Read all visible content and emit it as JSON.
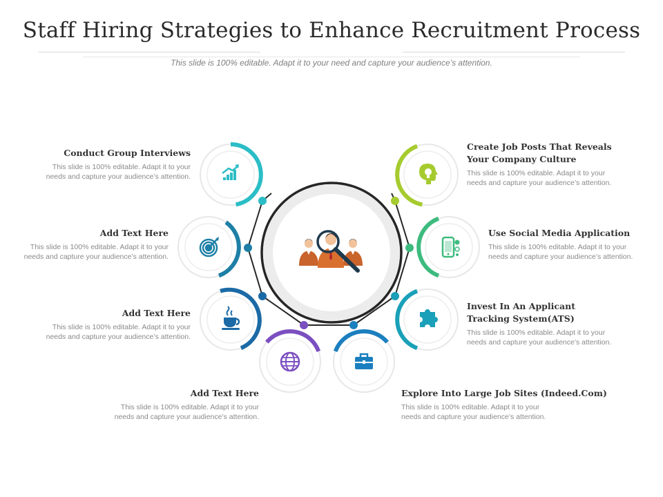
{
  "title": "Staff Hiring Strategies to Enhance Recruitment Process",
  "subtitle": "This slide is 100% editable. Adapt it to your need and capture your audience’s attention.",
  "center": {
    "icon": "recruitment-search-icon"
  },
  "items": [
    {
      "id": "conduct",
      "title": "Conduct Group Interviews",
      "desc_line1": "This slide is 100% editable. Adapt it to your",
      "desc_line2": "needs and capture your audience’s attention.",
      "color": "#2bbdc6",
      "icon": "growth-chart-icon"
    },
    {
      "id": "target",
      "title": "Add Text Here",
      "desc_line1": "This slide is 100% editable. Adapt it to your",
      "desc_line2": "needs and capture your audience’s attention.",
      "color": "#1d7fa6",
      "icon": "target-icon"
    },
    {
      "id": "coffee",
      "title": "Add Text Here",
      "desc_line1": "This slide is 100% editable. Adapt it to your",
      "desc_line2": "needs and capture your audience’s attention.",
      "color": "#1b6aa6",
      "icon": "coffee-cup-icon"
    },
    {
      "id": "globe",
      "title": "Add Text Here",
      "desc_line1": "This slide is 100% editable. Adapt it to your",
      "desc_line2": "needs and capture your audience’s attention.",
      "color": "#7b4fc0",
      "icon": "globe-icon"
    },
    {
      "id": "jobsites",
      "title": "Explore Into Large Job Sites (Indeed.Com)",
      "desc_line1": "This slide is 100% editable. Adapt it to your",
      "desc_line2": "needs and capture your audience’s attention.",
      "color": "#1b7fbf",
      "icon": "briefcase-icon"
    },
    {
      "id": "ats",
      "title_line1": "Invest In An Applicant",
      "title_line2": "Tracking System(ATS)",
      "desc_line1": "This slide is 100% editable. Adapt it to your",
      "desc_line2": "needs and capture your audience’s attention.",
      "color": "#1aa0b8",
      "icon": "puzzle-piece-icon"
    },
    {
      "id": "social",
      "title": "Use Social Media Application",
      "desc_line1": "This slide is 100% editable. Adapt it to your",
      "desc_line2": "needs and capture your audience’s attention.",
      "color": "#3dbb7e",
      "icon": "smartphone-social-icon"
    },
    {
      "id": "jobposts",
      "title_line1": "Create Job Posts That Reveals",
      "title_line2": "Your Company Culture",
      "desc_line1": "This slide is 100% editable. Adapt it to your",
      "desc_line2": "needs and capture your audience’s attention.",
      "color": "#a6cb2e",
      "icon": "head-lightbulb-icon"
    }
  ]
}
